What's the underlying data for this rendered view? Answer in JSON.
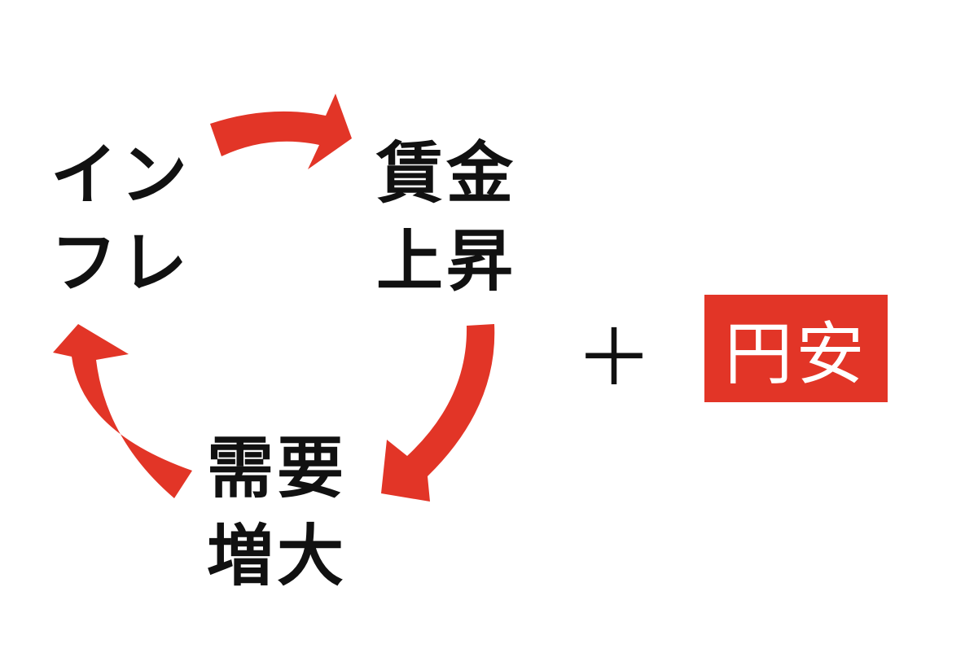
{
  "diagram": {
    "nodes": {
      "inflation": {
        "line1": "イン",
        "line2": "フレ"
      },
      "wage_rise": {
        "line1": "賃金",
        "line2": "上昇"
      },
      "demand_increase": {
        "line1": "需要",
        "line2": "増大"
      }
    },
    "operator": "＋",
    "highlight": "円安",
    "colors": {
      "accent": "#e23527",
      "text": "#111111"
    }
  }
}
